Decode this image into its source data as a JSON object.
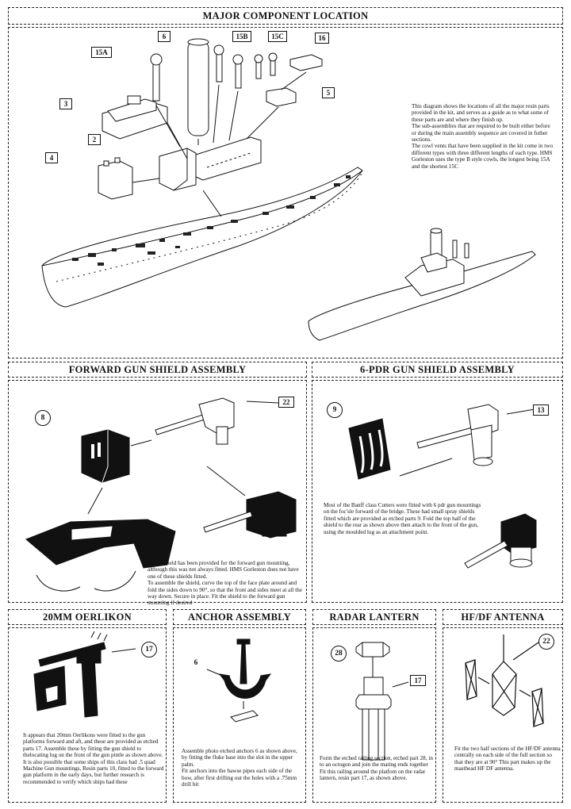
{
  "sections": {
    "major": {
      "title": "MAJOR COMPONENT LOCATION",
      "labels": {
        "p6": "6",
        "p15b": "15B",
        "p15c": "15C",
        "p16": "16",
        "p15a": "15A",
        "p3": "3",
        "p5": "5",
        "p2": "2",
        "p4": "4"
      },
      "text": [
        "This diagram shows the locations of all the major resin parts provided in the kit, and serves as a guide as to what some of these parts are and where they finish up.",
        "The sub-assemblies that are required to be built either before or during the main assembly sequence are covered in futher sections.",
        "The cowl vents that have been supplied in the kit come in two different types with three different lengths of each type.  HMS Gorleston uses the type B style cowls, the longest being 15A and the shortest 15C"
      ]
    },
    "forward_gun": {
      "title": "FORWARD GUN SHIELD ASSEMBLY",
      "labels": {
        "p8": "8",
        "p22": "22"
      },
      "text": [
        "A gun shield has been provided for the forward gun mounting, although this was not always fitted. HMS Gorleston does not have one of these shields fitted.",
        "To assemble the shield, curve the top of the face plate around and fold the sides down to 90°, so that the front and sides meet at all the way down. Secure in place. Fit the shield to the forward gun mounting if desired"
      ]
    },
    "six_pdr": {
      "title": "6-PDR GUN SHIELD ASSEMBLY",
      "labels": {
        "p9": "9",
        "p13": "13"
      },
      "text": [
        "Most of the Banff class Cutters were fitted with 6 pdr gun mountings on the foc'sle forward of the bridge. These had small spray shields fitted which are provided as etched parts 9. Fold the top half of the shield to the rear as shown above then attach to the front of the gun, using the moulded lug as an attachment point."
      ]
    },
    "oerlikon": {
      "title": "20MM OERLIKON",
      "labels": {
        "p17": "17"
      },
      "text": [
        "It appears that 20mm Oerlikons were fitted to the gun platforms forward and aft, and these are provided as etched parts 17. Assemble these by fitting the gun shield to thelocating lug on the front of the gun pintle as shown above.",
        "It is also possible that some ships of this class had .5 quad Machine Gun mountings, Resin parts 10, fitted to the forward gun platform in the early days, but further research is recommended to verify which ships had these"
      ]
    },
    "anchor": {
      "title": "ANCHOR ASSEMBLY",
      "labels": {
        "p6": "6"
      },
      "text": [
        "Assemble photo etched anchors  6 as shown above, by fitting the fluke base into the slot in the upper palm.",
        "Fit anchors into the hawse pipes each side of the bow, after first drilling out the holes with a .75mm drill bit"
      ]
    },
    "radar": {
      "title": "RADAR LANTERN",
      "labels": {
        "p28": "28",
        "p17": "17"
      },
      "text": [
        "Form the etched railing section, etched part 28, in to an octogon and join the mating ends together Fit this railing around the platfom on the radar lantern, resin part 17, as shown above."
      ]
    },
    "hfdf": {
      "title": "HF/DF ANTENNA",
      "labels": {
        "p22": "22"
      },
      "text": [
        "Fit the two half sections of the HF/DF antenna centrally on each side of the full section so that they are at 90° This part makes up the masthead HF DF antenna."
      ]
    }
  }
}
